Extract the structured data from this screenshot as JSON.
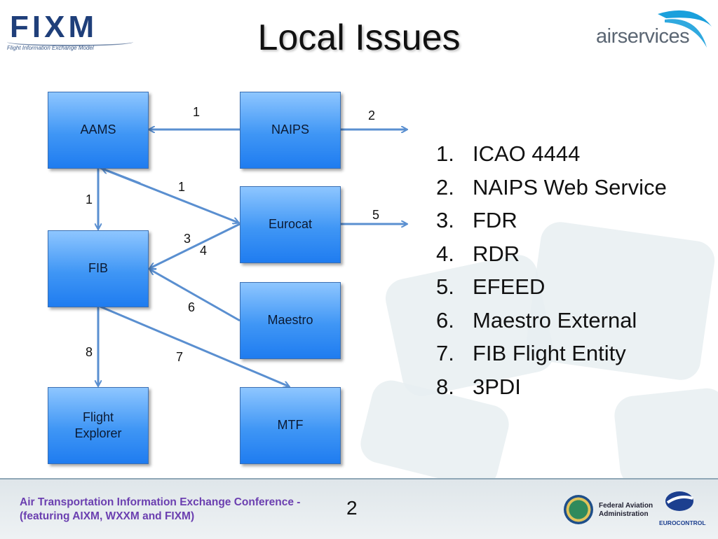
{
  "header": {
    "title": "Local Issues",
    "fixm_logo": {
      "word": "FIXM",
      "tagline": "Flight Information Exchange Model"
    },
    "airservices_logo": {
      "text": "airservices"
    }
  },
  "diagram": {
    "nodes": [
      {
        "id": "aams",
        "label": "AAMS"
      },
      {
        "id": "naips",
        "label": "NAIPS"
      },
      {
        "id": "eurocat",
        "label": "Eurocat"
      },
      {
        "id": "fib",
        "label": "FIB"
      },
      {
        "id": "maestro",
        "label": "Maestro"
      },
      {
        "id": "flight-explorer",
        "label": "Flight Explorer"
      },
      {
        "id": "mtf",
        "label": "MTF"
      }
    ],
    "edges": [
      {
        "from": "naips",
        "to": "aams",
        "label": "1"
      },
      {
        "from": "naips",
        "to": "external",
        "label": "2"
      },
      {
        "from": "aams",
        "to": "eurocat",
        "label": "1"
      },
      {
        "from": "aams",
        "to": "fib",
        "label": "1"
      },
      {
        "from": "eurocat",
        "to": "external",
        "label": "5"
      },
      {
        "from": "eurocat",
        "to": "fib",
        "label": "3"
      },
      {
        "from": "eurocat",
        "to": "fib",
        "label": "4"
      },
      {
        "from": "maestro",
        "to": "fib",
        "label": "6"
      },
      {
        "from": "fib",
        "to": "mtf",
        "label": "7"
      },
      {
        "from": "fib",
        "to": "flight-explorer",
        "label": "8"
      }
    ]
  },
  "legend": [
    {
      "num": "1.",
      "text": "ICAO 4444"
    },
    {
      "num": "2.",
      "text": "NAIPS Web Service"
    },
    {
      "num": "3.",
      "text": "FDR"
    },
    {
      "num": "4.",
      "text": "RDR"
    },
    {
      "num": "5.",
      "text": "EFEED"
    },
    {
      "num": "6.",
      "text": "Maestro External"
    },
    {
      "num": "7.",
      "text": "FIB Flight Entity"
    },
    {
      "num": "8.",
      "text": "3PDI"
    }
  ],
  "footer": {
    "conference_line1": "Air Transportation Information Exchange Conference -",
    "conference_line2": "(featuring AIXM, WXXM and FIXM)",
    "page_number": "2",
    "faa_line1": "Federal Aviation",
    "faa_line2": "Administration",
    "eurocontrol": "EUROCONTROL"
  },
  "colors": {
    "box_fill": "#3f96f5",
    "arrow": "#5a8fd0",
    "footer_text": "#6b3fb0",
    "airservices_accent": "#1aa0dc"
  }
}
